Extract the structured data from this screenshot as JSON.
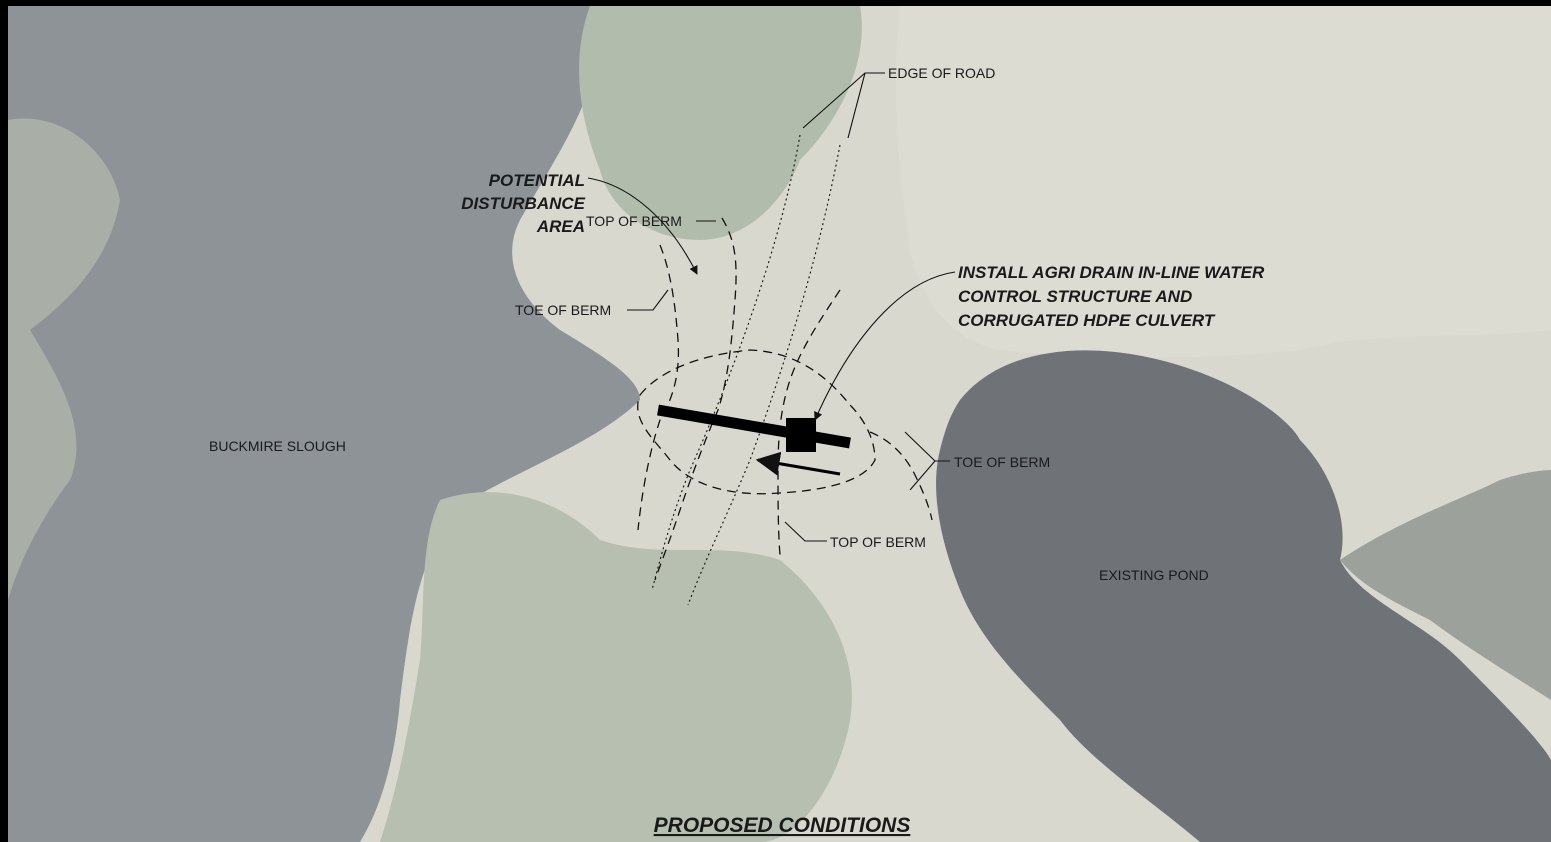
{
  "labels": {
    "edge_of_road": "EDGE OF ROAD",
    "potential_disturbance_line1": "POTENTIAL",
    "potential_disturbance_line2": "DISTURBANCE",
    "potential_disturbance_line3": "AREA",
    "top_of_berm_left": "TOP OF BERM",
    "toe_of_berm_left": "TOE OF BERM",
    "install_line1": "INSTALL AGRI DRAIN IN-LINE WATER",
    "install_line2": "CONTROL STRUCTURE AND",
    "install_line3": "CORRUGATED HDPE CULVERT",
    "buckmire_slough": "BUCKMIRE SLOUGH",
    "toe_of_berm_right": "TOE OF BERM",
    "top_of_berm_bottom": "TOP OF BERM",
    "existing_pond": "EXISTING POND"
  },
  "title": "PROPOSED CONDITIONS",
  "colors": {
    "slough_water": "#8e9398",
    "pond_water": "#6f7378",
    "land_light": "#d8d8cf",
    "vegetation": "#b7bfb0",
    "linework": "#111111",
    "border": "#000000"
  }
}
